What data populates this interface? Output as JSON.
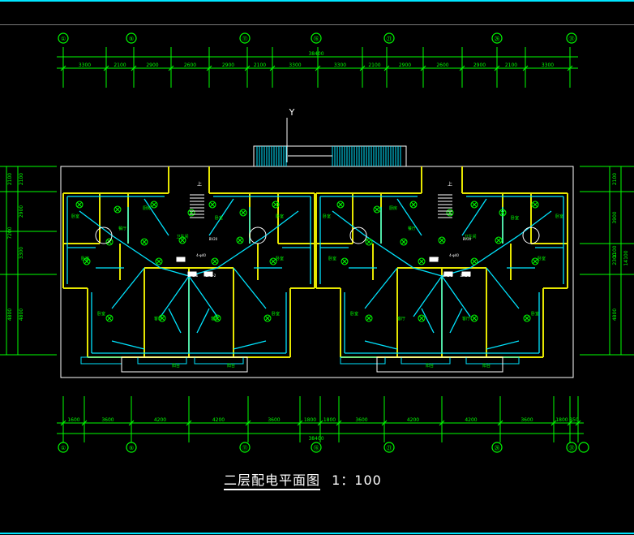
{
  "caption": {
    "title": "二层配电平面图",
    "scale": "1：100"
  },
  "north_mark": "Y",
  "axes": {
    "top_labels": [
      "①",
      "⑤",
      "⑪",
      "⑯",
      "㉑",
      "㉖",
      "㉛"
    ],
    "bottom_labels": [
      "①",
      "⑤",
      "⑪",
      "⑯",
      "㉑",
      "㉖",
      "㉛"
    ]
  },
  "dimensions": {
    "top_segments": [
      "3300",
      "2100",
      "2900",
      "2600",
      "2900",
      "2100",
      "3300",
      "3300",
      "2100",
      "2900",
      "2600",
      "2900",
      "2100",
      "3300"
    ],
    "top_total": "38400",
    "bottom_segments": [
      "1600",
      "3600",
      "4200",
      "4200",
      "3600",
      "1800",
      "1800",
      "3600",
      "4200",
      "4200",
      "3600",
      "1800",
      "350"
    ],
    "bottom_total": "38400",
    "left_outer": [
      "2100",
      "2900",
      "3300",
      "4800"
    ],
    "left_inner": [
      "2100",
      "7200",
      "4800"
    ],
    "right_outer": [
      "2100",
      "3900",
      "2300",
      "4800"
    ],
    "right_inner": [
      "14100",
      "1100"
    ]
  },
  "room_labels": {
    "bedroom": "卧室",
    "kitchen": "厨房",
    "toilet": "卫生间",
    "living": "客厅",
    "balcony": "阳台",
    "dining": "餐厅",
    "stair": "上"
  },
  "panel_labels": {
    "box_a": "ZM2",
    "box_b": "ZM2-1",
    "box_c": "ZM2-2",
    "cable": "4-φ40",
    "cable2": "BV20"
  },
  "colors": {
    "background": "#000000",
    "walls": "#e6e600",
    "wiring": "#00e5ff",
    "dimension": "#00ff00",
    "fixtures": "#00ff00",
    "outline": "#ffffff",
    "frame": "#00e5ff"
  }
}
